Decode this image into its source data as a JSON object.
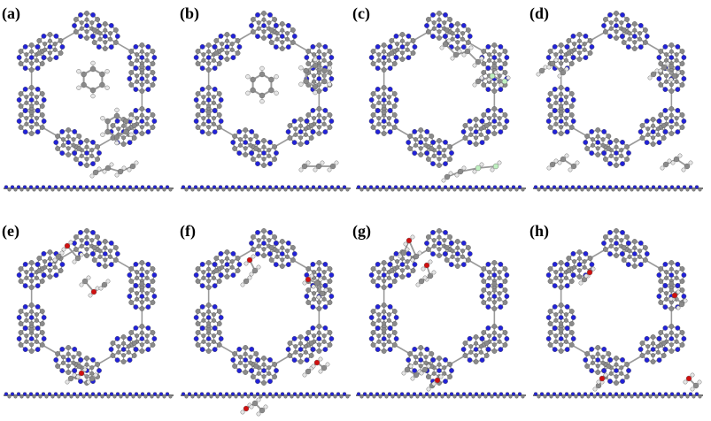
{
  "figure": {
    "panels": [
      {
        "id": "a",
        "label": "(a)",
        "molecule": "toluene"
      },
      {
        "id": "b",
        "label": "(b)",
        "molecule": "benzene"
      },
      {
        "id": "c",
        "label": "(c)",
        "molecule": "fluorinated alkane"
      },
      {
        "id": "d",
        "label": "(d)",
        "molecule": "propane"
      },
      {
        "id": "e",
        "label": "(e)",
        "molecule": "alcohol"
      },
      {
        "id": "f",
        "label": "(f)",
        "molecule": "alcohol"
      },
      {
        "id": "g",
        "label": "(g)",
        "molecule": "alcohol"
      },
      {
        "id": "h",
        "label": "(h)",
        "molecule": "aldehyde"
      }
    ],
    "colors": {
      "nitrogen": "#2222d8",
      "carbon": "#8a8a8a",
      "hydrogen": "#e6e6e6",
      "oxygen": "#d01010",
      "fluorine": "#bff0c0",
      "bond": "#9a9a9a"
    }
  }
}
